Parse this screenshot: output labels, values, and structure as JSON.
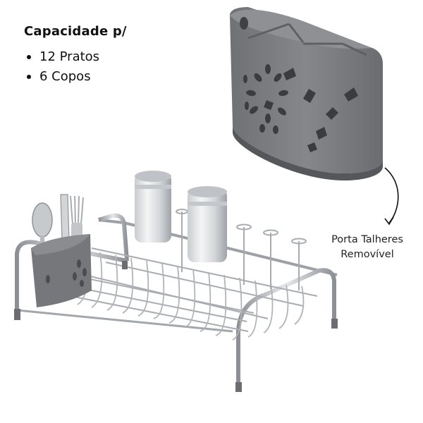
{
  "spec": {
    "title": "Capacidade p/",
    "items": [
      {
        "label": "12 Pratos"
      },
      {
        "label": "6 Copos"
      }
    ]
  },
  "caption": {
    "line1": "Porta Talheres",
    "line2": "Removível"
  },
  "colors": {
    "caddy_gray": "#76787c",
    "caddy_dark": "#5f6165",
    "chrome": "#b9bcc0",
    "foot": "#6b6d70"
  }
}
